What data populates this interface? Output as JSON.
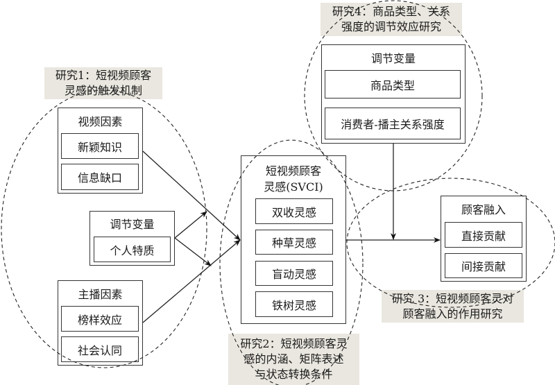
{
  "studies": {
    "study1": "研究1：短视频顾客灵感的触发机制",
    "study1_line1": "研究1：短视频顾客",
    "study1_line2": "灵感的触发机制",
    "study2_line1": "研究2：短视频顾客灵",
    "study2_line2": "感的内涵、矩阵表述",
    "study2_line3": "与状态转换条件",
    "study3_line1": "研究 3：短视频顾客灵对",
    "study3_line2": "顾客融入的作用研究",
    "study4_line1": "研究4：商品类型、关系",
    "study4_line2": "强度的调节效应研究"
  },
  "video_factors": {
    "title": "视频因素",
    "items": [
      "新颖知识",
      "信息缺口"
    ]
  },
  "moderator_left": {
    "title": "调节变量",
    "items": [
      "个人特质"
    ]
  },
  "anchor_factors": {
    "title": "主播因素",
    "items": [
      "榜样效应",
      "社会认同"
    ]
  },
  "svci": {
    "title_line1": "短视频顾客",
    "title_line2": "灵感(SVCI)",
    "items": [
      "双收灵感",
      "种草灵感",
      "盲动灵感",
      "铁树灵感"
    ]
  },
  "moderator_right": {
    "title": "调节变量",
    "items": [
      "商品类型",
      "消费者-播主关系强度"
    ]
  },
  "engagement": {
    "title": "顾客融入",
    "items": [
      "直接贡献",
      "间接贡献"
    ]
  },
  "colors": {
    "label_bg": "#e9e7df",
    "line": "#333333"
  }
}
